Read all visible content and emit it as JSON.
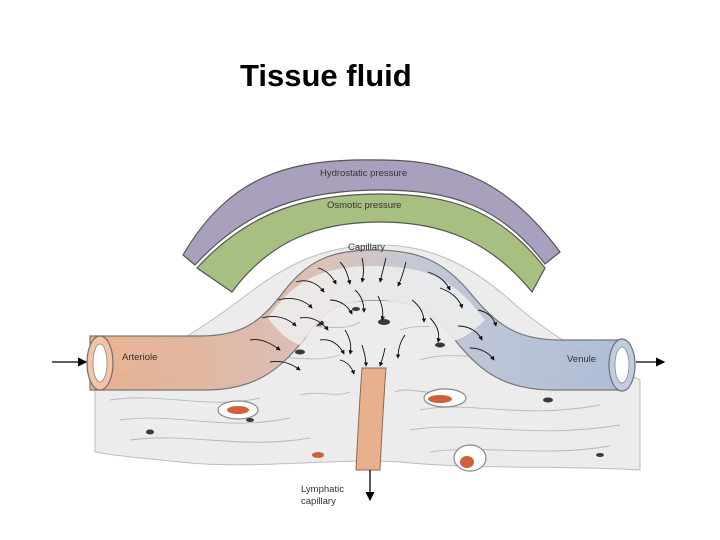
{
  "title": "Tissue fluid",
  "labels": {
    "hydrostatic": "Hydrostatic pressure",
    "osmotic": "Osmotic pressure",
    "capillary": "Capillary",
    "arteriole": "Arteriole",
    "venule": "Venule",
    "lymphatic_line1": "Lymphatic",
    "lymphatic_line2": "capillary"
  },
  "colors": {
    "hydrostatic_band": "#a9a0bd",
    "osmotic_band": "#a8bf82",
    "arteriole": "#e8ad8a",
    "venule": "#aabbd6",
    "lymphatic": "#e9b08e",
    "tissue": "#ededed",
    "red_cell": "#d0623a"
  }
}
